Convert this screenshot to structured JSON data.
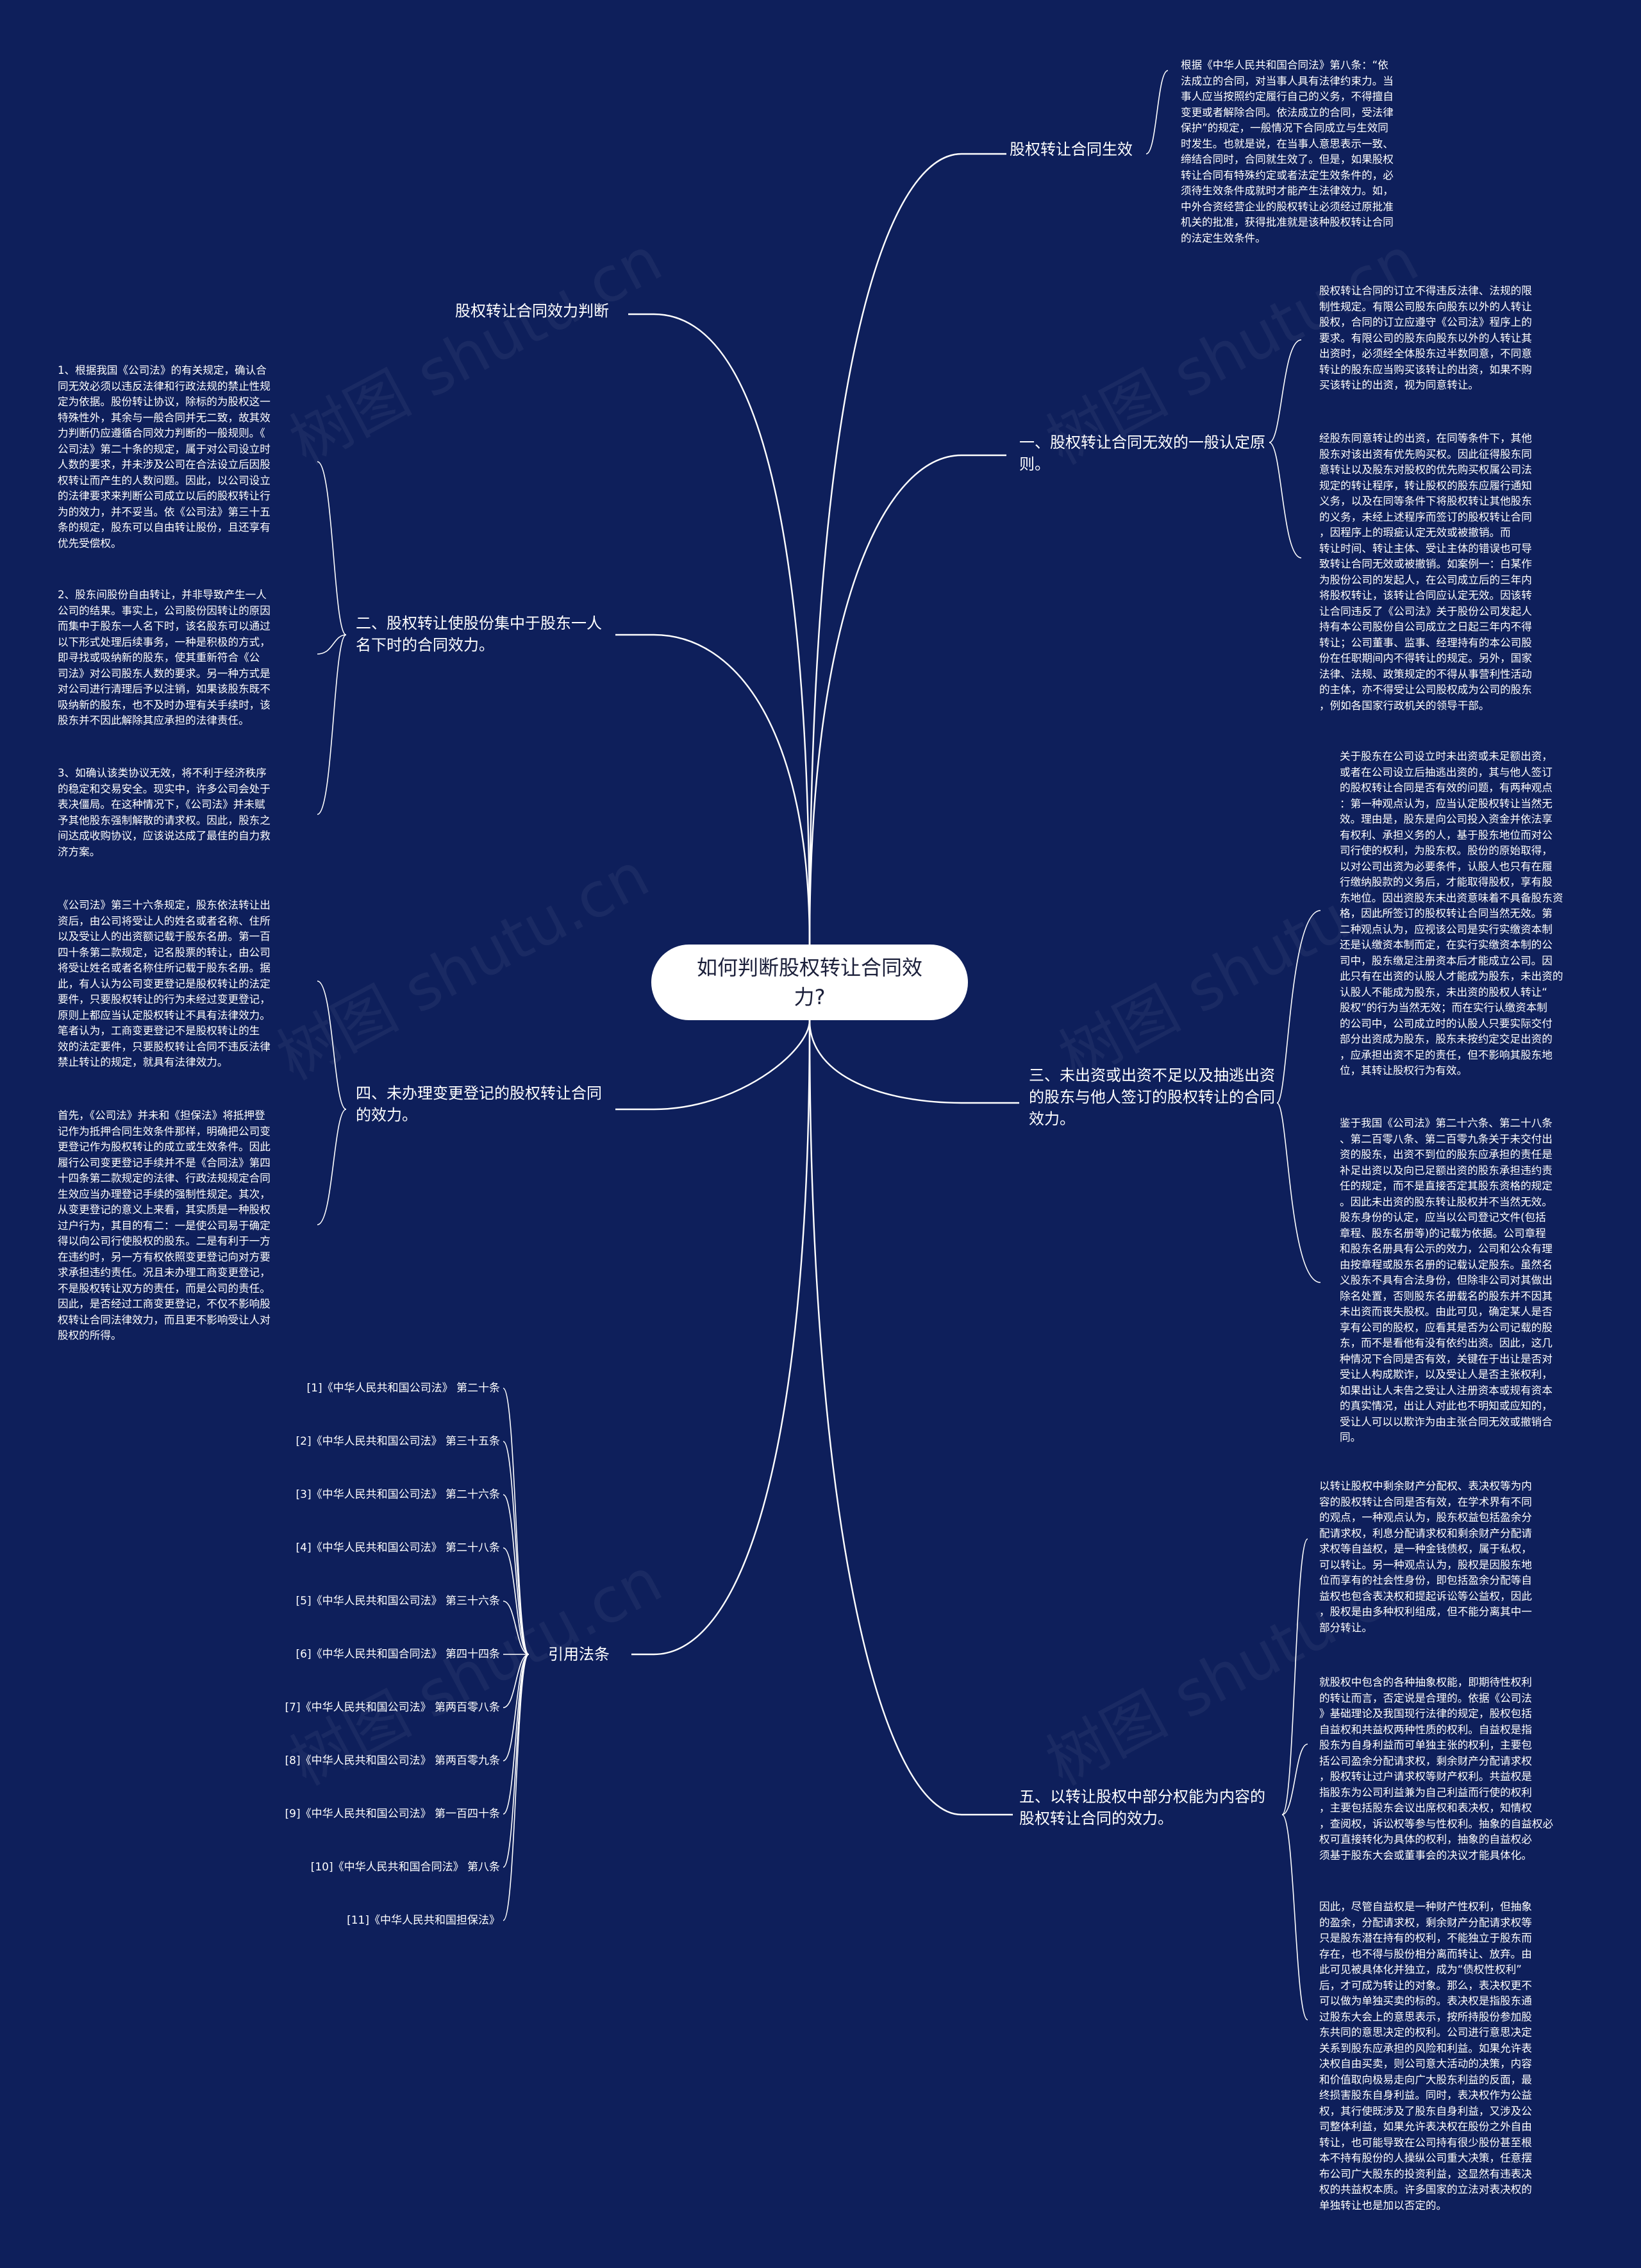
{
  "root": {
    "title": "如何判断股权转让合同效力?"
  },
  "watermarks": [
    "树图 shutu.cn",
    "树图 shutu.cn",
    "树图 shutu.cn",
    "树图 shutu.cn",
    "树图 shutu.cn",
    "树图 shutu.cn"
  ],
  "right": [
    {
      "label": "股权转让合同生效",
      "details": [
        "根据《中华人民共和国合同法》第八条：“依\n法成立的合同，对当事人具有法律约束力。当\n事人应当按照约定履行自己的义务，不得擅自\n变更或者解除合同。依法成立的合同，受法律\n保护”的规定，一般情况下合同成立与生效同\n时发生。也就是说，在当事人意思表示一致、\n缔结合同时，合同就生效了。但是，如果股权\n转让合同有特殊约定或者法定生效条件的，必\n须待生效条件成就时才能产生法律效力。如，\n中外合资经营企业的股权转让必须经过原批准\n机关的批准，获得批准就是该种股权转让合同\n的法定生效条件。"
      ]
    },
    {
      "label": "一、股权转让合同无效的一般认定原则。",
      "details": [
        "股权转让合同的订立不得违反法律、法规的限\n制性规定。有限公司股东向股东以外的人转让\n股权，合同的订立应遵守《公司法》程序上的\n要求。有限公司的股东向股东以外的人转让其\n出资时，必须经全体股东过半数同意，不同意\n转让的股东应当购买该转让的出资，如果不购\n买该转让的出资，视为同意转让。",
        "经股东同意转让的出资，在同等条件下，其他\n股东对该出资有优先购买权。因此征得股东同\n意转让以及股东对股权的优先购买权属公司法\n规定的转让程序，转让股权的股东应履行通知\n义务，以及在同等条件下将股权转让其他股东\n的义务，未经上述程序而签订的股权转让合同\n，因程序上的瑕疵认定无效或被撤销。而\n转让时间、转让主体、受让主体的错误也可导\n致转让合同无效或被撤销。如案例一：白某作\n为股份公司的发起人，在公司成立后的三年内\n将股权转让，该转让合同应认定无效。因该转\n让合同违反了《公司法》关于股份公司发起人\n持有本公司股份自公司成立之日起三年内不得\n转让；公司董事、监事、经理持有的本公司股\n份在任职期间内不得转让的规定。另外，国家\n法律、法规、政策规定的不得从事营利性活动\n的主体，亦不得受让公司股权成为公司的股东\n，例如各国家行政机关的领导干部。"
      ]
    },
    {
      "label": "三、未出资或出资不足以及抽逃出资的股东与他人签订的股权转让的合同效力。",
      "details": [
        "关于股东在公司设立时未出资或未足额出资，\n或者在公司设立后抽逃出资的，其与他人签订\n的股权转让合同是否有效的问题，有两种观点\n：第一种观点认为，应当认定股权转让当然无\n效。理由是，股东是向公司投入资金并依法享\n有权利、承担义务的人，基于股东地位而对公\n司行使的权利，为股东权。股份的原始取得，\n以对公司出资为必要条件，认股人也只有在履\n行缴纳股款的义务后，才能取得股权，享有股\n东地位。因出资股东未出资意味着不具备股东资\n格，因此所签订的股权转让合同当然无效。第\n二种观点认为，应视该公司是实行实缴资本制\n还是认缴资本制而定，在实行实缴资本制的公\n司中，股东缴足注册资本后才能成立公司。因\n此只有在出资的认股人才能成为股东，未出资的\n认股人不能成为股东，未出资的股权人转让“\n股权”的行为当然无效；而在实行认缴资本制\n的公司中，公司成立时的认股人只要实际交付\n部分出资成为股东，股东未按约定交足出资的\n，应承担出资不足的责任，但不影响其股东地\n位，其转让股权行为有效。",
        "鉴于我国《公司法》第二十六条、第二十八条\n、第二百零八条、第二百零九条关于未交付出\n资的股东，出资不到位的股东应承担的责任是\n补足出资以及向已足额出资的股东承担违约责\n任的规定，而不是直接否定其股东资格的规定\n。因此未出资的股东转让股权并不当然无效。\n股东身份的认定，应当以公司登记文件(包括\n章程、股东名册等)的记载为依据。公司章程\n和股东名册具有公示的效力，公司和公众有理\n由按章程或股东名册的记载认定股东。虽然名\n义股东不具有合法身份，但除非公司对其做出\n除名处置，否则股东名册载名的股东并不因其\n未出资而丧失股权。由此可见，确定某人是否\n享有公司的股权，应看其是否为公司记载的股\n东，而不是看他有没有依约出资。因此，这几\n种情况下合同是否有效，关键在于出让是否对\n受让人构成欺诈，以及受让人是否主张权利，\n如果出让人未告之受让人注册资本或规有资本\n的真实情况，出让人对此也不明知或应知的，\n受让人可以以欺诈为由主张合同无效或撤销合\n同。"
      ]
    },
    {
      "label": "五、以转让股权中部分权能为内容的股权转让合同的效力。",
      "details": [
        "以转让股权中剩余财产分配权、表决权等为内\n容的股权转让合同是否有效，在学术界有不同\n的观点，一种观点认为，股东权益包括盈余分\n配请求权，利息分配请求权和剩余财产分配请\n求权等自益权，是一种金钱债权，属于私权，\n可以转让。另一种观点认为，股权是因股东地\n位而享有的社会性身份，即包括盈余分配等自\n益权也包含表决权和提起诉讼等公益权，因此\n，股权是由多种权利组成，但不能分离其中一\n部分转让。",
        "就股权中包含的各种抽象权能，即期待性权利\n的转让而言，否定说是合理的。依据《公司法\n》基础理论及我国现行法律的规定，股权包括\n自益权和共益权两种性质的权利。自益权是指\n股东为自身利益而可单独主张的权利，主要包\n括公司盈余分配请求权，剩余财产分配请求权\n，股权转让过户请求权等财产权利。共益权是\n指股东为公司利益兼为自己利益而行使的权利\n，主要包括股东会议出席权和表决权，知情权\n，查阅权，诉讼权等参与性权利。抽象的自益权必\n权可直接转化为具体的权利，抽象的自益权必\n须基于股东大会或董事会的决议才能具体化。",
        "因此，尽管自益权是一种财产性权利，但抽象\n的盈余，分配请求权，剩余财产分配请求权等\n只是股东潜在持有的权利，不能独立于股东而\n存在，也不得与股份相分离而转让、放弃。由\n此可见被具体化并独立，成为“债权性权利”\n后，才可成为转让的对象。那么，表决权更不\n可以做为单独买卖的标的。表决权是指股东通\n过股东大会上的意思表示，按所持股份参加股\n东共同的意思决定的权利。公司进行意思决定\n关系到股东应承担的风险和利益。如果允许表\n决权自由买卖，则公司意大活动的决策，内容\n和价值取向极易走向广大股东利益的反面，最\n终损害股东自身利益。同时，表决权作为公益\n权，其行使既涉及了股东自身利益，又涉及公\n司整体利益，如果允许表决权在股份之外自由\n转让，也可能导致在公司持有很少股份甚至根\n本不持有股份的人操纵公司重大决策，任意摆\n布公司广大股东的投资利益，这显然有违表决\n权的共益权本质。许多国家的立法对表决权的\n单独转让也是加以否定的。"
      ]
    }
  ],
  "left": [
    {
      "label": "股权转让合同效力判断",
      "details": []
    },
    {
      "label": "二、股权转让使股份集中于股东一人名下时的合同效力。",
      "details": [
        "1、根据我国《公司法》的有关规定，确认合\n同无效必须以违反法律和行政法规的禁止性规\n定为依据。股份转让协议，除标的为股权这一\n特殊性外，其余与一般合同并无二致，故其效\n力判断仍应遵循合同效力判断的一般规则。《\n公司法》第二十条的规定，属于对公司设立时\n人数的要求，并未涉及公司在合法设立后因股\n权转让而产生的人数问题。因此，以公司设立\n的法律要求来判断公司成立以后的股权转让行\n为的效力，并不妥当。依《公司法》第三十五\n条的规定，股东可以自由转让股份，且还享有\n优先受偿权。",
        "2、股东间股份自由转让，并非导致产生一人\n公司的结果。事实上，公司股份因转让的原因\n而集中于股东一人名下时，该名股东可以通过\n以下形式处理后续事务，一种是积极的方式，\n即寻找或吸纳新的股东，使其重新符合《公\n司法》对公司股东人数的要求。另一种方式是\n对公司进行清理后予以注销，如果该股东既不\n吸纳新的股东，也不及时办理有关手续时，该\n股东并不因此解除其应承担的法律责任。",
        "3、如确认该类协议无效，将不利于经济秩序\n的稳定和交易安全。现实中，许多公司会处于\n表决僵局。在这种情况下，《公司法》并未赋\n予其他股东强制解散的请求权。因此，股东之\n间达成收购协议，应该说达成了最佳的自力救\n济方案。"
      ]
    },
    {
      "label": "四、未办理变更登记的股权转让合同的效力。",
      "details": [
        "《公司法》第三十六条规定，股东依法转让出\n资后，由公司将受让人的姓名或者名称、住所\n以及受让人的出资额记载于股东名册。第一百\n四十条第二款规定，记名股票的转让，由公司\n将受让姓名或者名称住所记载于股东名册。据\n此，有人认为公司变更登记是股权转让的法定\n要件，只要股权转让的行为未经过变更登记，\n原则上都应当认定股权转让不具有法律效力。\n笔者认为，工商变更登记不是股权转让的生\n效的法定要件，只要股权转让合同不违反法律\n禁止转让的规定，就具有法律效力。",
        "首先，《公司法》并未和《担保法》将抵押登\n记作为抵押合同生效条件那样，明确把公司变\n更登记作为股权转让的成立或生效条件。因此\n履行公司变更登记手续并不是《合同法》第四\n十四条第二款规定的法律、行政法规规定合同\n生效应当办理登记手续的强制性规定。其次，\n从变更登记的意义上来看，其实质是一种股权\n过户行为，其目的有二：一是使公司易于确定\n得以向公司行使股权的股东。二是有利于一方\n在违约时，另一方有权依照变更登记向对方要\n求承担违约责任。况且未办理工商变更登记，\n不是股权转让双方的责任，而是公司的责任。\n因此，是否经过工商变更登记，不仅不影响股\n权转让合同法律效力，而且更不影响受让人对\n股权的所得。"
      ]
    },
    {
      "label": "引用法条",
      "details": [
        "[1]《中华人民共和国公司法》 第二十条",
        "[2]《中华人民共和国公司法》 第三十五条",
        "[3]《中华人民共和国公司法》 第二十六条",
        "[4]《中华人民共和国公司法》 第二十八条",
        "[5]《中华人民共和国公司法》 第三十六条",
        "[6]《中华人民共和国合同法》 第四十四条",
        "[7]《中华人民共和国公司法》 第两百零八条",
        "[8]《中华人民共和国公司法》 第两百零九条",
        "[9]《中华人民共和国公司法》 第一百四十条",
        "[10]《中华人民共和国合同法》 第八条",
        "[11]《中华人民共和国担保法》"
      ]
    }
  ]
}
